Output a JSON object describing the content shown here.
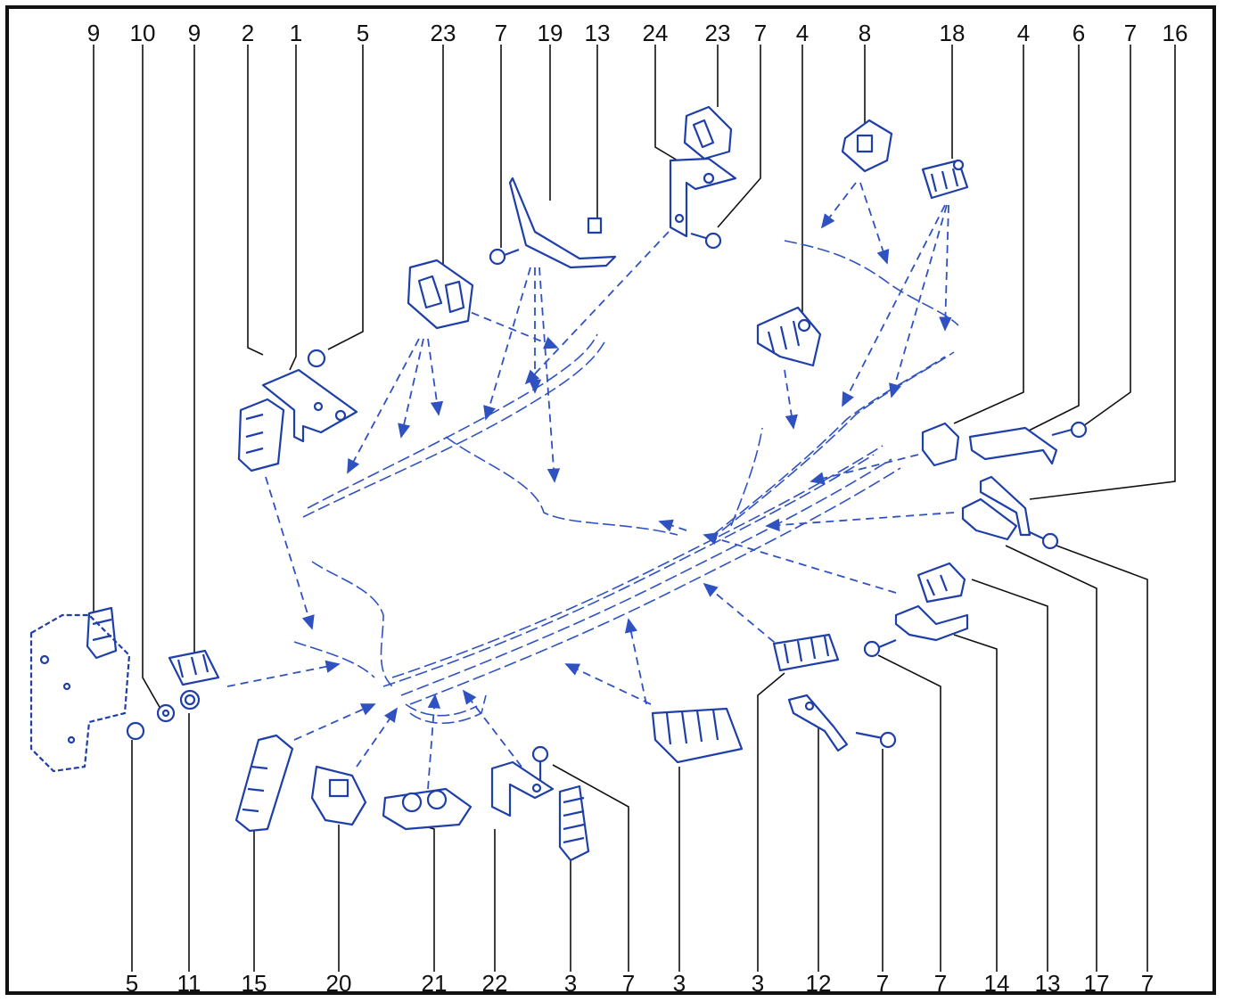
{
  "figure": {
    "top_labels": [
      "9",
      "10",
      "9",
      "2",
      "1",
      "5",
      "23",
      "7",
      "19",
      "13",
      "24",
      "23",
      "7",
      "4",
      "8",
      "18",
      "4",
      "6",
      "7",
      "16"
    ],
    "bottom_labels": [
      "5",
      "11",
      "15",
      "20",
      "21",
      "22",
      "3",
      "7",
      "3",
      "3",
      "12",
      "7",
      "7",
      "14",
      "13",
      "17",
      "7"
    ]
  },
  "colors": {
    "ink": "#1f3fa8",
    "arrow": "#2f52c0",
    "text": "#111111",
    "frame": "#111111"
  }
}
